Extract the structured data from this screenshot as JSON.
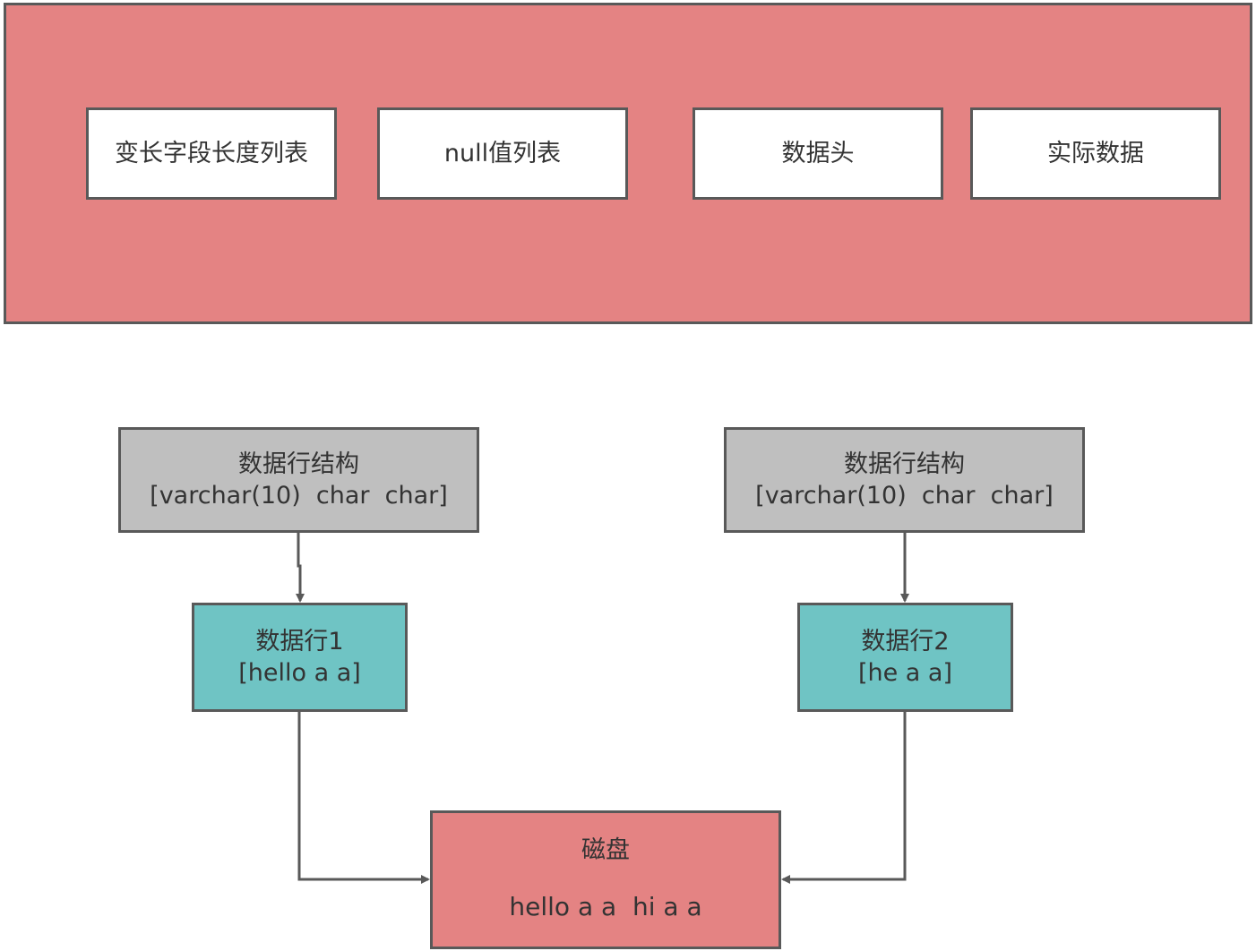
{
  "row_format": {
    "fields": [
      "变长字段长度列表",
      "null值列表",
      "数据头",
      "实际数据"
    ]
  },
  "schema_left": {
    "title": "数据行结构",
    "columns": "[varchar(10)  char  char]"
  },
  "schema_right": {
    "title": "数据行结构",
    "columns": "[varchar(10)  char  char]"
  },
  "row_1": {
    "title": "数据行1",
    "value": "[hello a a]"
  },
  "row_2": {
    "title": "数据行2",
    "value": "[he a a]"
  },
  "disk": {
    "title": "磁盘",
    "content": "hello a a  hi a a"
  },
  "colors": {
    "red": "#e48383",
    "gray": "#bfbfbf",
    "teal": "#6fc4c4",
    "border": "#595959"
  }
}
